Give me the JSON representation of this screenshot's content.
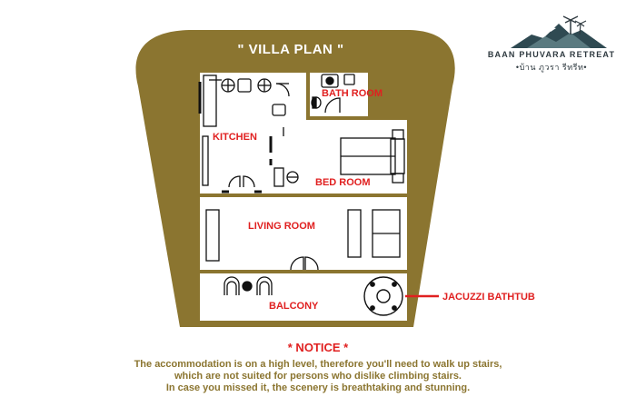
{
  "plan": {
    "title": "\" VILLA PLAN \"",
    "rooms": {
      "bath_room": "BATH ROOM",
      "kitchen": "KITCHEN",
      "bed_room": "BED ROOM",
      "living_room": "LIVING ROOM",
      "balcony": "BALCONY",
      "jacuzzi": "JACUZZI BATHTUB"
    }
  },
  "brand": {
    "name": "BAAN PHUVARA RETREAT",
    "thai_name": "•บ้าน ภูวรา รีทรีท•"
  },
  "notice": {
    "heading": "* NOTICE *",
    "lines": [
      "The accommodation is on a high level, therefore you'll need to walk up stairs,",
      "which are not suited for persons who dislike climbing stairs.",
      "In case you missed it, the scenery is breathtaking and stunning."
    ]
  },
  "colors": {
    "plan_background": "#8b7530",
    "room_fill": "#ffffff",
    "label_red": "#e02020",
    "notice_text": "#8b7530",
    "logo_dark": "#2f3a40",
    "logo_teal": "#5a7a80"
  }
}
